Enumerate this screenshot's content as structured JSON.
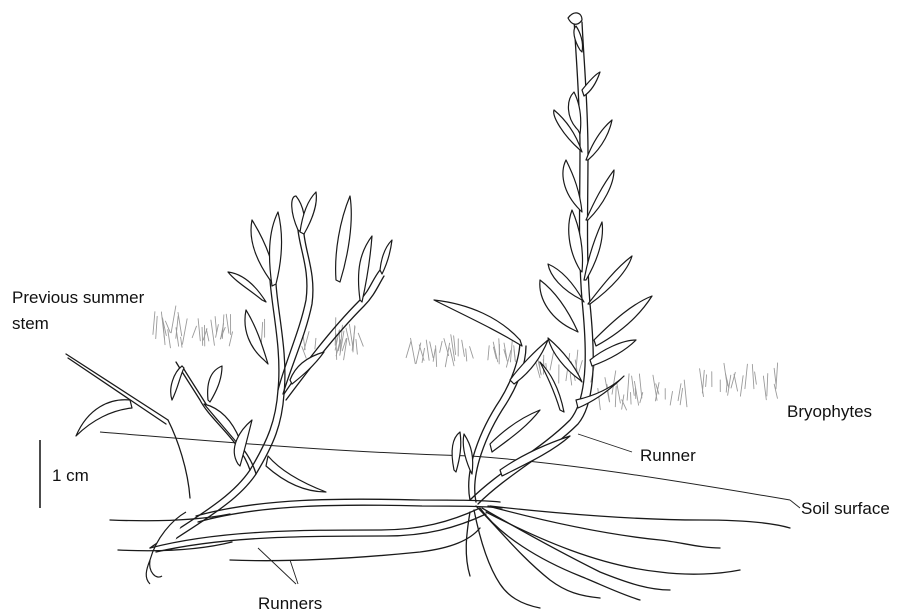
{
  "figure": {
    "labels": {
      "previous_summer_stem_line1": "Previous summer",
      "previous_summer_stem_line2": "stem",
      "bryophytes": "Bryophytes",
      "runner": "Runner",
      "soil_surface": "Soil surface",
      "runners": "Runners",
      "scale": "1 cm"
    }
  }
}
